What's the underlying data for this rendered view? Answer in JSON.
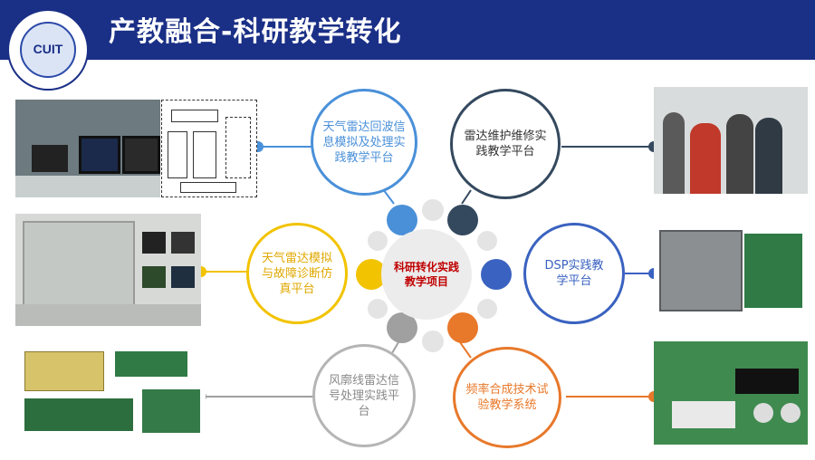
{
  "header": {
    "title": "产教融合-科研教学转化",
    "logo_text": "CUIT"
  },
  "center": {
    "label": "科研转化实践教学项目"
  },
  "platforms": {
    "weather_echo": "天气雷达回波信息模拟及处理实践教学平台",
    "radar_maintenance": "雷达维护维修实践教学平台",
    "fault_sim": "天气雷达模拟与故障诊断仿真平台",
    "dsp": "DSP实践教学平台",
    "wind_profiler": "风廓线雷达信号处理实践平台",
    "freq_synth": "频率合成技术试验教学系统"
  },
  "colors": {
    "header": "#1a2f86",
    "blue_light": "#4a90d9",
    "navy": "#34495e",
    "yellow": "#f2c300",
    "blue": "#3a62c0",
    "gray": "#a0a0a0",
    "orange": "#e8782a"
  }
}
